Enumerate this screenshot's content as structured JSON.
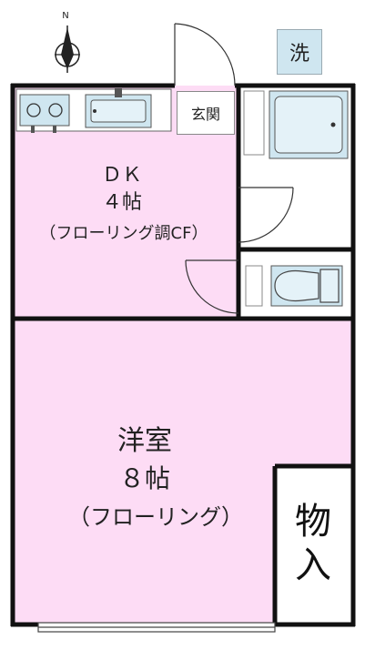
{
  "rooms": {
    "dk": {
      "name": "ＤＫ",
      "size": "４帖",
      "floor": "（フローリング調CF）"
    },
    "western": {
      "name": "洋室",
      "size": "８帖",
      "floor": "（フローリング）"
    }
  },
  "labels": {
    "entrance": "玄関",
    "washer": "洗",
    "closet_line1": "物",
    "closet_line2": "入"
  },
  "icons": {
    "compass": "north-arrow-icon",
    "stove": "gas-stove-icon",
    "sink": "kitchen-sink-icon",
    "bathtub": "bathtub-icon",
    "toilet": "toilet-icon"
  },
  "colors": {
    "room_fill": "#fddcf5",
    "fixture_fill": "#cfe6f0",
    "wall": "#111111"
  }
}
